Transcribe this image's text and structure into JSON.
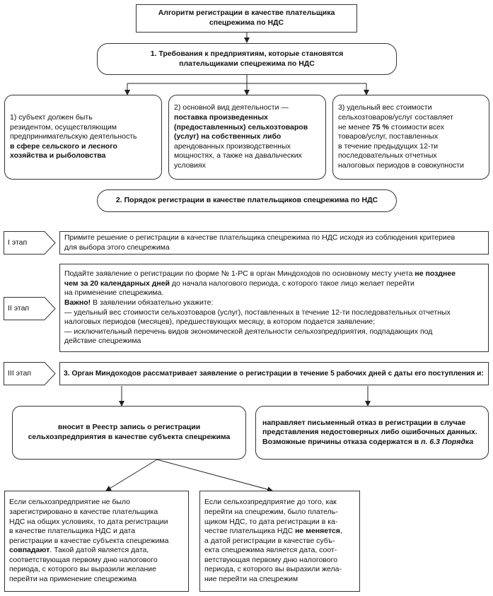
{
  "title": {
    "line1": "Алгоритм регистрации в качестве плательщика",
    "line2": "спецрежима по НДС"
  },
  "section1": {
    "line1": "1. Требования к предприятиям, которые становятся",
    "line2": "плательщиками спецрежима по НДС"
  },
  "req1": {
    "l1": "1) субъект должен быть",
    "l2": "резидентом, осуществляющим",
    "l3": "предпринимательскую деятельность",
    "l4": "в сфере сельского и лесного",
    "l5": "хозяйства и рыболовства"
  },
  "req2": {
    "l1": "2) основной вид деятельности —",
    "l2": "поставка произведенных",
    "l3": "(предоставленных) сельхозтоваров",
    "l4": "(услуг) на собственных либо",
    "l5": "арендованных производственных",
    "l6": "мощностях, а также на давальческих",
    "l7": "условиях"
  },
  "req3": {
    "l1": "3) удельный вес стоимости",
    "l2": "сельхозтоваров/услуг составляет",
    "l3a": "не менее ",
    "l3b": "75 %",
    "l3c": " стоимости всех",
    "l4": "товаров/услуг, поставленных",
    "l5": "в течение предыдущих 12-ти",
    "l6": "последовательных отчетных",
    "l7": "налоговых периодов в совокупности"
  },
  "section2": {
    "text": "2. Порядок регистрации в качестве плательщиков спецрежима по НДС"
  },
  "stages": {
    "s1": "I этап",
    "s2": "II этап",
    "s3": "III этап"
  },
  "stage1": {
    "l1": "Примите решение о регистрации в качестве плательщика спецрежима по НДС исходя из соблюдения критериев",
    "l2": "для выбора этого спецрежима"
  },
  "stage2": {
    "l1a": "Подайте заявление о регистрации по форме № 1-РС в орган Миндоходов по основному месту учета ",
    "l1b": "не позднее",
    "l2": "чем за 20 календарных дней",
    "l2b": " до начала налогового периода, с которого такое лицо желает перейти",
    "l3": "на применение спецрежима.",
    "l4a": "Важно!",
    "l4b": " В заявлении обязательно укажите:",
    "l5": "— удельный вес стоимости сельхозтоваров (услуг), поставленных в течение 12-ти последовательных отчетных",
    "l6": "налоговых периодов (месяцев), предшествующих месяцу, в котором подается заявление;",
    "l7": "— исключительный перечень видов экономической деятельности сельхозпредприятия, подпадающих под",
    "l8": "действие спецрежима"
  },
  "stage3": {
    "text": "3. Орган Миндоходов рассматривает заявление о регистрации в течение 5 рабочих дней с даты его поступления и:"
  },
  "outcome_left": {
    "l1": "вносит в Реестр запись о регистрации",
    "l2": "сельхозпредприятия в качестве субъекта спецрежима"
  },
  "outcome_right": {
    "l1": "направляет письменный отказ в регистрации в случае",
    "l2": "представления недостоверных либо ошибочных данных.",
    "l3a": "Возможные причины отказа содержатся в ",
    "l3b": "п. 6.3 Порядка"
  },
  "case_left": {
    "l1": "Если сельхозпредприятие не было",
    "l2": "зарегистрировано в качестве плательщика",
    "l3": "НДС на общих условиях, то дата регистрации",
    "l4": "в качестве плательщика НДС и дата",
    "l5": "регистрации в качестве субъекта спецрежима",
    "l6a": "совпадают",
    "l6b": ". Такой датой является дата,",
    "l7": "соответствующая первому дню налогового",
    "l8": "периода, с которого вы выразили желание",
    "l9": "перейти на применение спецрежима"
  },
  "case_right": {
    "l1": "Если сельхозпредприятие до того, как",
    "l2": "перейти на спецрежим, было платель-",
    "l3": "щиком НДС, то дата регистрации в ка-",
    "l4a": "честве плательщика НДС ",
    "l4b": "не меняется",
    "l4c": ",",
    "l5": "а датой регистрации в качестве субъ-",
    "l6": "екта спецрежима является дата, соот-",
    "l7": "ветствующая первому дню налогового",
    "l8": "периода, с которого вы выразили жела-",
    "l9": "ние перейти на спецрежим"
  }
}
